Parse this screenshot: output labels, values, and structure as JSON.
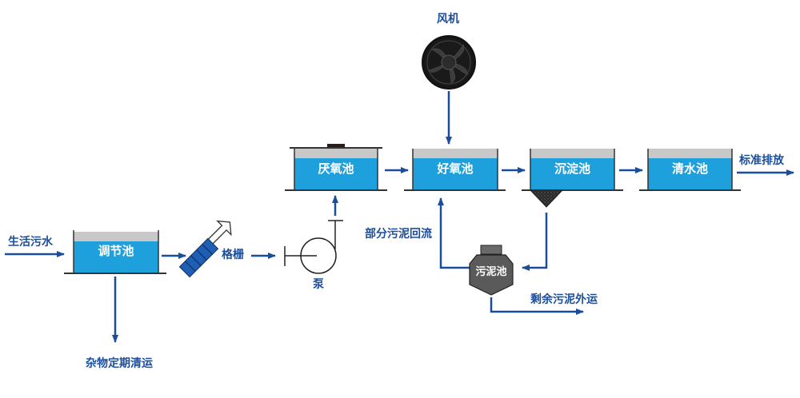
{
  "diagram": {
    "title": "污水处理工艺流程",
    "colors": {
      "water": "#1ea0dd",
      "water_top": "#c8c8c8",
      "arrow": "#1a4e9c",
      "label": "#1a4e9c",
      "outline": "#333333",
      "sludge_tank": "#5a5a5a",
      "grid_blue": "#1e5fb4"
    },
    "inputs": {
      "influent": "生活污水"
    },
    "tanks": [
      {
        "id": "adjust",
        "label": "调节池"
      },
      {
        "id": "anaerobic",
        "label": "厌氧池"
      },
      {
        "id": "aerobic",
        "label": "好氧池"
      },
      {
        "id": "settling",
        "label": "沉淀池"
      },
      {
        "id": "clear",
        "label": "清水池"
      }
    ],
    "equipment": {
      "grille": "格栅",
      "pump": "泵",
      "fan": "风机",
      "sludge_tank": "污泥池"
    },
    "outputs": {
      "discharge": "标准排放",
      "debris": "杂物定期清运",
      "sludge_return": "部分污泥回流",
      "sludge_out": "剩余污泥外运"
    }
  }
}
